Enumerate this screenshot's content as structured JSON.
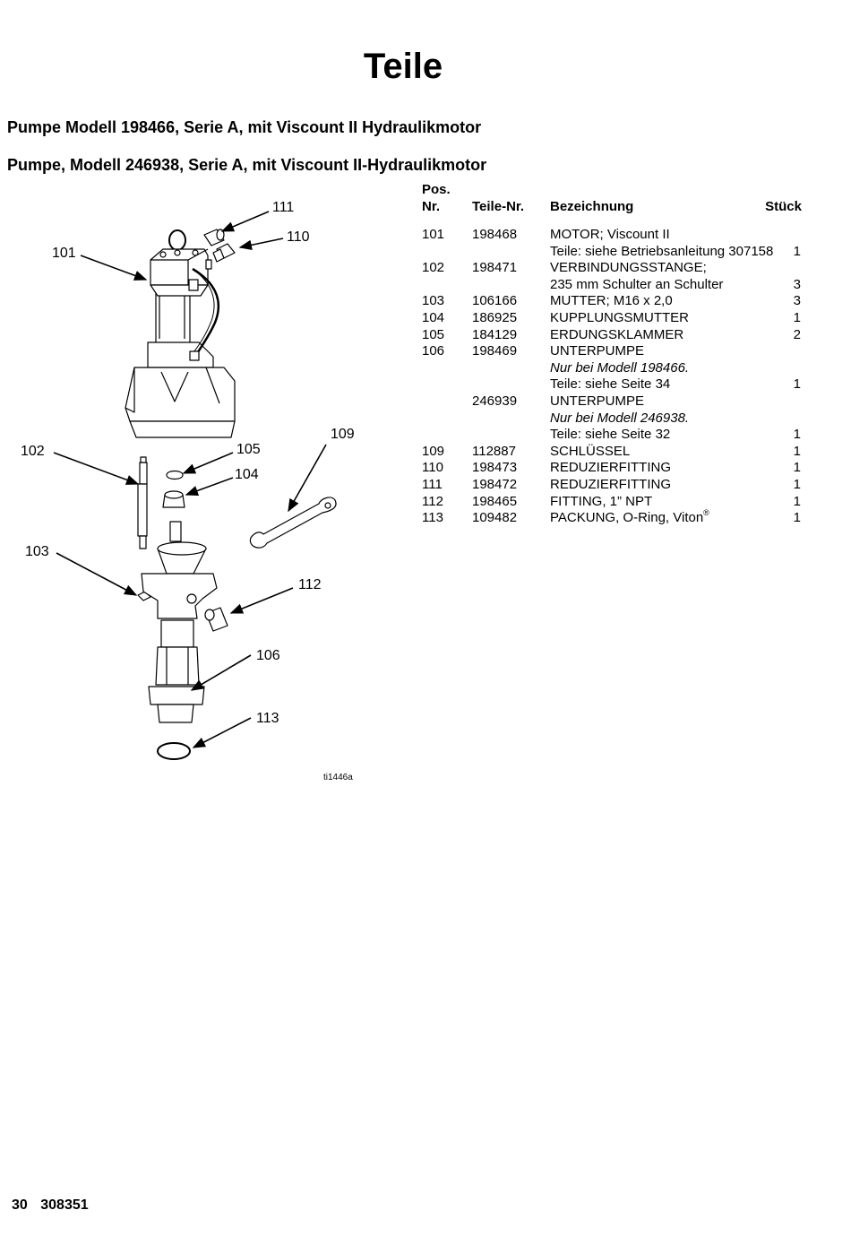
{
  "page_title": "Teile",
  "subtitles": [
    "Pumpe Modell 198466, Serie A, mit Viscount II Hydraulikmotor",
    "Pumpe, Modell 246938, Serie A, mit Viscount II-Hydraulikmotor"
  ],
  "table": {
    "headers": {
      "pos_line1": "Pos.",
      "pos_line2": "Nr.",
      "part_no": "Teile-Nr.",
      "description": "Bezeichnung",
      "qty": "Stück"
    },
    "rows": [
      {
        "ref": "101",
        "part": "198468",
        "desc": "MOTOR; Viscount II",
        "qty": ""
      },
      {
        "ref": "",
        "part": "",
        "desc": "Teile: siehe Betriebsanleitung 307158",
        "qty": "1"
      },
      {
        "ref": "102",
        "part": "198471",
        "desc": "VERBINDUNGSSTANGE;",
        "qty": ""
      },
      {
        "ref": "",
        "part": "",
        "desc": "235 mm Schulter an Schulter",
        "qty": "3"
      },
      {
        "ref": "103",
        "part": "106166",
        "desc": "MUTTER; M16 x 2,0",
        "qty": "3"
      },
      {
        "ref": "104",
        "part": "186925",
        "desc": "KUPPLUNGSMUTTER",
        "qty": "1"
      },
      {
        "ref": "105",
        "part": "184129",
        "desc": "ERDUNGSKLAMMER",
        "qty": "2"
      },
      {
        "ref": "106",
        "part": "198469",
        "desc": "UNTERPUMPE",
        "qty": ""
      },
      {
        "ref": "",
        "part": "",
        "desc": "Nur bei Modell 198466.",
        "qty": "",
        "italic": true
      },
      {
        "ref": "",
        "part": "",
        "desc": "Teile: siehe Seite 34",
        "qty": "1"
      },
      {
        "ref": "",
        "part": "246939",
        "desc": "UNTERPUMPE",
        "qty": ""
      },
      {
        "ref": "",
        "part": "",
        "desc": "Nur bei Modell 246938.",
        "qty": "",
        "italic": true
      },
      {
        "ref": "",
        "part": "",
        "desc": "Teile: siehe Seite 32",
        "qty": "1"
      },
      {
        "ref": "109",
        "part": "112887",
        "desc": "SCHLÜSSEL",
        "qty": "1"
      },
      {
        "ref": "110",
        "part": "198473",
        "desc": "REDUZIERFITTING",
        "qty": "1"
      },
      {
        "ref": "111",
        "part": "198472",
        "desc": "REDUZIERFITTING",
        "qty": "1"
      },
      {
        "ref": "112",
        "part": "198465",
        "desc": "FITTING, 1” NPT",
        "qty": "1"
      },
      {
        "ref": "113",
        "part": "109482",
        "desc": "PACKUNG, O-Ring, Viton",
        "sup": "®",
        "qty": "1"
      }
    ]
  },
  "drawing": {
    "callouts": {
      "c101": "101",
      "c102": "102",
      "c103": "103",
      "c104": "104",
      "c105": "105",
      "c106": "106",
      "c109": "109",
      "c110": "110",
      "c111": "111",
      "c112": "112",
      "c113": "113"
    },
    "figure_id": "ti1446a"
  },
  "footer": {
    "page_number": "30",
    "manual_number": "308351"
  }
}
